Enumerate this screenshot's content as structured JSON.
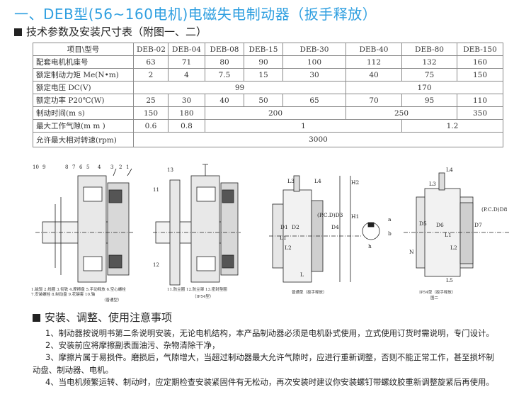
{
  "title": "一、DEB型(56~160电机)电磁失电制动器（扳手释放）",
  "subtitle": "技术参数及安装尺寸表（附图一、二）",
  "table": {
    "header": [
      "项目\\型号",
      "DEB-02",
      "DEB-04",
      "DEB-08",
      "DEB-15",
      "DEB-30",
      "DEB-40",
      "DEB-80",
      "DEB-150"
    ],
    "rows": [
      {
        "label": "配套电机机座号",
        "values": [
          "63",
          "71",
          "80",
          "90",
          "100",
          "112",
          "132",
          "160"
        ]
      },
      {
        "label": "额定制动力矩 Me(N•m)",
        "values": [
          "2",
          "4",
          "7.5",
          "15",
          "30",
          "40",
          "75",
          "150"
        ]
      },
      {
        "label": "额定电压 DC(V)",
        "values": [
          "99",
          "170"
        ]
      },
      {
        "label": "额定功率 P20℃(W)",
        "values": [
          "25",
          "30",
          "40",
          "50",
          "65",
          "70",
          "95",
          "110"
        ]
      },
      {
        "label": "制动时间(m s)",
        "values": [
          "150",
          "180",
          "200",
          "250",
          "350"
        ]
      },
      {
        "label": "最大工作气隙(m m )",
        "values": [
          "0.6",
          "0.8",
          "1",
          "1.2"
        ]
      },
      {
        "label": "允许最大相对转速(rpm)",
        "values": [
          "3000"
        ]
      }
    ]
  },
  "drawings": {
    "fig1_numbers": [
      "10",
      "9",
      "8",
      "7",
      "6",
      "5",
      "4",
      "3",
      "2",
      "1"
    ],
    "fig1_legend_1": "1.磁轭  2.线圈  3.衔铁  4.摩擦盘  5.手动释放  6.空心螺栓",
    "fig1_legend_2": "7.安装螺栓  8.制动盘  9.花键套  10.轴",
    "fig1_caption": "（普通型）",
    "fig2_numbers": [
      "13",
      "12",
      "11"
    ],
    "fig2_legend": "11.防尘圈  12.防尘罩  13.密封垫圈",
    "fig2_caption": "（IP54型）",
    "fig3_labels": [
      "L3",
      "L4",
      "L1",
      "L2",
      "L",
      "H2",
      "H1",
      "D1",
      "D2",
      "(P.C.D)D3",
      "D4",
      "a",
      "b",
      "h"
    ],
    "fig3_caption": "普通型（扳手释放）",
    "fig4_labels": [
      "L4",
      "L3",
      "L1",
      "L2",
      "L5",
      "N",
      "D5",
      "D6",
      "D7",
      "(P.C.D)D8"
    ],
    "fig4_caption": "IP54型（扳手释放）",
    "fig4_sub": "图二"
  },
  "section2_title": "安装、调整、使用注意事项",
  "notes": [
    "1、制动器按说明书第二条说明安装，无论电机结构，本产品制动器必须是电机卧式使用，立式使用订货时需说明，专门设计。",
    "2、安装前应将摩擦副表面油污、杂物清除干净，",
    "3、摩擦片属于易损件。磨损后，气隙增大，当超过制动器最大允许气隙时，应进行重新调整，否则不能正常工作，甚至损坏制动盘、制动器、电机。",
    "4、当电机频繁运转、制动时，应定期检查安装紧固件有无松动，再次安装时建议你安装螺钉带螺纹胶重新调整旋紧后再使用。"
  ],
  "colors": {
    "title": "#2f9fe0",
    "text": "#222222",
    "border": "#8a8a8a"
  }
}
